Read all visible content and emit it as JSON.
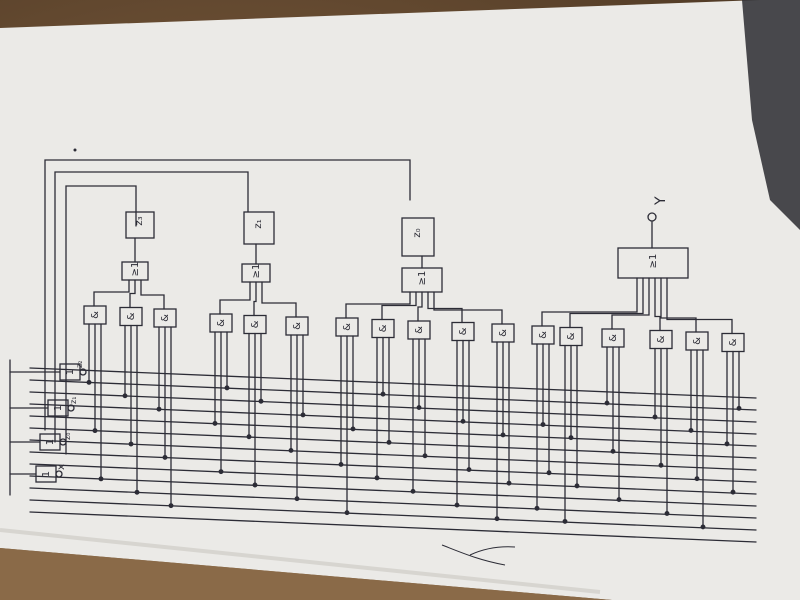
{
  "photo": {
    "surface_color": "#7a5a3c",
    "paper_color": "#ecebe8",
    "ink_color": "#2c2c36"
  },
  "diagram": {
    "output_label": "Y",
    "input_label": "x",
    "address_labels": [
      "z₀",
      "z₁",
      "z₂"
    ],
    "register_labels": [
      "z₃",
      "z₁",
      "z₀"
    ],
    "or_gate_label": "≥1",
    "and_gate_label": "&",
    "not_gate_label": "1"
  }
}
